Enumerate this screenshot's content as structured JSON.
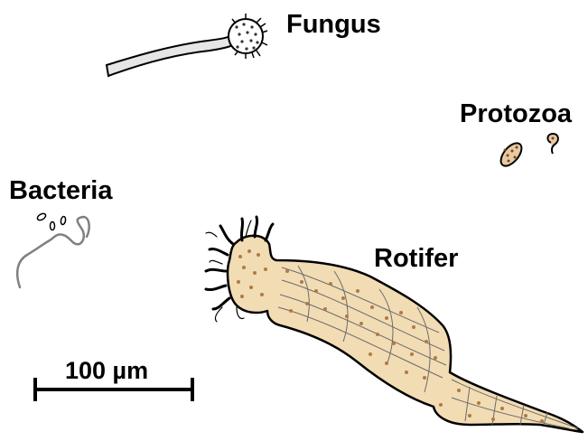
{
  "labels": {
    "fungus": "Fungus",
    "protozoa": "Protozoa",
    "bacteria": "Bacteria",
    "rotifer": "Rotifer",
    "scale": "100 µm"
  },
  "colors": {
    "outline": "#000000",
    "fungus_fill": "#e6e6e6",
    "bacteria_stroke": "#808080",
    "rotifer_body": "#f2dcb4",
    "rotifer_dots": "#b07a45",
    "protozoa_fill": "#e8c9a0"
  }
}
